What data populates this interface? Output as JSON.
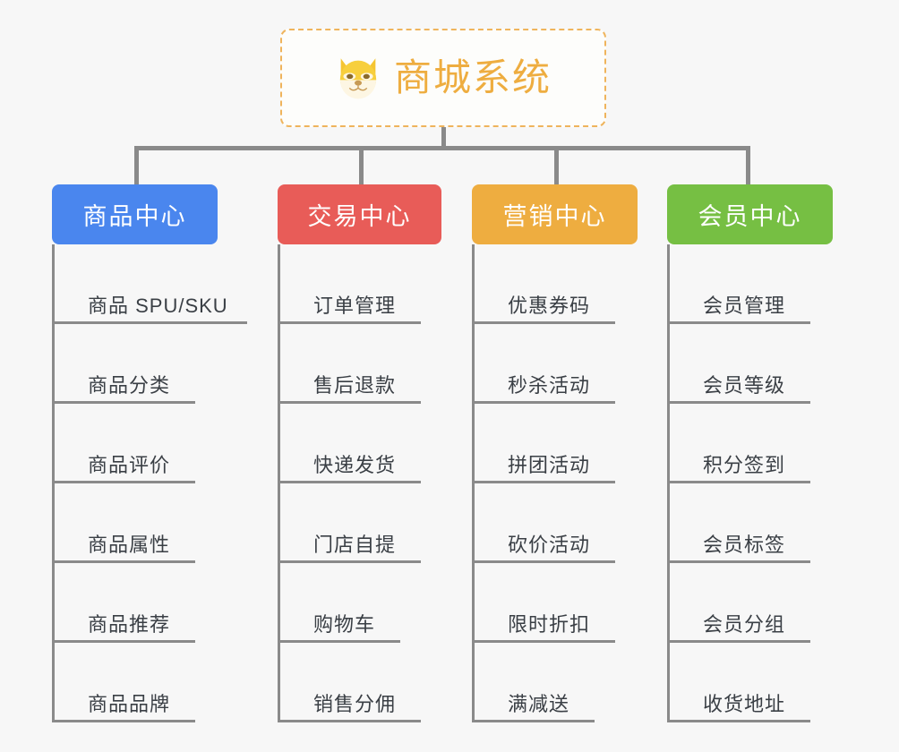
{
  "background_color": "#f7f7f7",
  "root": {
    "title": "商城系统",
    "icon": "shiba-dog-face-icon",
    "text_color": "#eead40",
    "border_color": "#efb45c"
  },
  "connector_color": "#8a8a8a",
  "columns": [
    {
      "header": "商品中心",
      "color": "#4a86ee",
      "items": [
        "商品 SPU/SKU",
        "商品分类",
        "商品评价",
        "商品属性",
        "商品推荐",
        "商品品牌"
      ]
    },
    {
      "header": "交易中心",
      "color": "#e85c58",
      "items": [
        "订单管理",
        "售后退款",
        "快递发货",
        "门店自提",
        "购物车",
        "销售分佣"
      ]
    },
    {
      "header": "营销中心",
      "color": "#eead40",
      "items": [
        "优惠券码",
        "秒杀活动",
        "拼团活动",
        "砍价活动",
        "限时折扣",
        "满减送"
      ]
    },
    {
      "header": "会员中心",
      "color": "#76bf43",
      "items": [
        "会员管理",
        "会员等级",
        "积分签到",
        "会员标签",
        "会员分组",
        "收货地址"
      ]
    }
  ]
}
